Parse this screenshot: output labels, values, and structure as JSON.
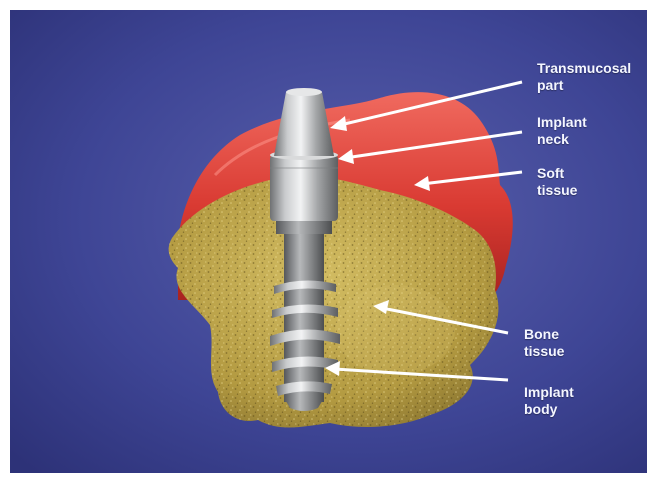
{
  "diagram": {
    "labels": {
      "transmucosal": "Transmucosal\npart",
      "neck": "Implant\nneck",
      "soft_tissue": "Soft\ntissue",
      "bone_tissue": "Bone\ntissue",
      "body": "Implant\nbody"
    },
    "colors": {
      "background": "#3e4595",
      "gum": "#d93a32",
      "bone": "#b39a41",
      "implant": "#9a9c9e",
      "text": "#f4f6ff"
    }
  }
}
